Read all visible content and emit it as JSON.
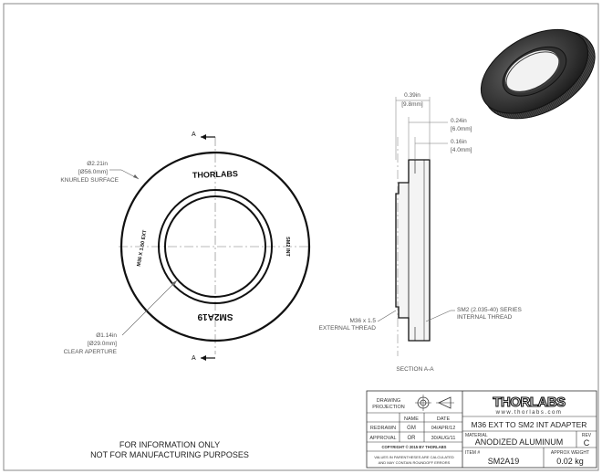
{
  "front_view": {
    "engrave_top": "THORLABS",
    "engrave_bottom": "SM2A19",
    "engrave_left": "M36 X 1.50 EXT",
    "engrave_right": "SM2 INT",
    "outer_dim": {
      "inch": "Ø2.21in",
      "mm": "[Ø56.0mm]",
      "note": "KNURLED SURFACE"
    },
    "inner_dim": {
      "inch": "Ø1.14in",
      "mm": "[Ø29.0mm]",
      "note": "CLEAR APERTURE"
    },
    "section_mark": "A"
  },
  "section_view": {
    "dim_total": {
      "inch": "0.39in",
      "mm": "[9.8mm]"
    },
    "dim_mid": {
      "inch": "0.24in",
      "mm": "[6.0mm]"
    },
    "dim_small": {
      "inch": "0.16in",
      "mm": "[4.0mm]"
    },
    "thread_right": [
      "SM2 (2.035-40) SERIES",
      "INTERNAL THREAD"
    ],
    "thread_left": [
      "M36 x 1.5",
      "EXTERNAL THREAD"
    ],
    "label": "SECTION A-A"
  },
  "notes": [
    "FOR INFORMATION ONLY",
    "NOT FOR MANUFACTURING PURPOSES"
  ],
  "title_block": {
    "projection": [
      "DRAWING",
      "PROJECTION"
    ],
    "col_name": "NAME",
    "col_date": "DATE",
    "rows": [
      {
        "label": "REDRAWN",
        "name": "GM",
        "date": "04/APR/12"
      },
      {
        "label": "APPROVAL",
        "name": "OR",
        "date": "30/AUG/11"
      }
    ],
    "copyright": "COPYRIGHT © 2015 BY THORLABS",
    "disclaimer": [
      "VALUES IN PARENTHESES ARE CALCULATED",
      "AND MAY CONTAIN ROUNDOFF ERRORS"
    ],
    "logo": "THORLABS",
    "website": "www.thorlabs.com",
    "title": "M36 EXT TO SM2 INT ADAPTER",
    "material_label": "MATERIAL",
    "material": "ANODIZED ALUMINUM",
    "rev_label": "REV",
    "rev": "C",
    "item_label": "ITEM #",
    "item": "SM2A19",
    "weight_label": "APPROX WEIGHT",
    "weight": "0.02 kg"
  }
}
